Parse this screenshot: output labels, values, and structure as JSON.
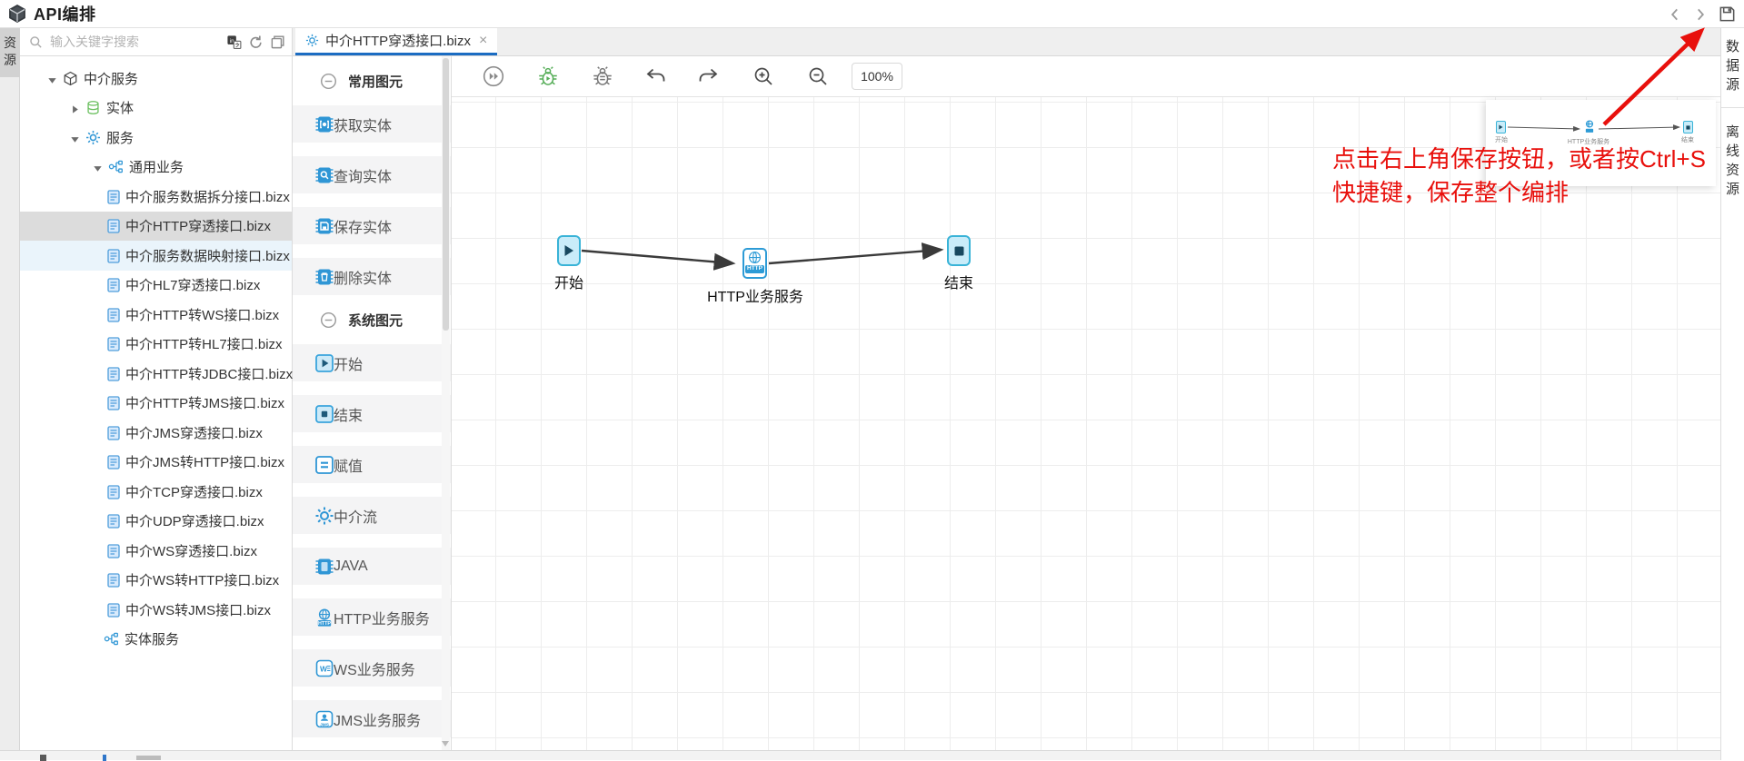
{
  "titlebar": {
    "title": "API编排"
  },
  "left_rail": {
    "active_tab": "资源"
  },
  "explorer": {
    "search_placeholder": "输入关键字搜索",
    "tree": [
      {
        "label": "中介服务",
        "depth": 0,
        "icon": "cube-icon",
        "arrow": "expanded"
      },
      {
        "label": "实体",
        "depth": 1,
        "icon": "database-icon",
        "arrow": "collapsed"
      },
      {
        "label": "服务",
        "depth": 1,
        "icon": "gear-icon",
        "arrow": "expanded"
      },
      {
        "label": "通用业务",
        "depth": 2,
        "icon": "flow-icon",
        "arrow": "expanded"
      },
      {
        "label": "中介服务数据拆分接口.bizx",
        "depth": 3,
        "icon": "bizx-file-icon"
      },
      {
        "label": "中介HTTP穿透接口.bizx",
        "depth": 3,
        "icon": "bizx-file-icon",
        "state": "selected"
      },
      {
        "label": "中介服务数据映射接口.bizx",
        "depth": 3,
        "icon": "bizx-file-icon",
        "state": "hover"
      },
      {
        "label": "中介HL7穿透接口.bizx",
        "depth": 3,
        "icon": "bizx-file-icon"
      },
      {
        "label": "中介HTTP转WS接口.bizx",
        "depth": 3,
        "icon": "bizx-file-icon"
      },
      {
        "label": "中介HTTP转HL7接口.bizx",
        "depth": 3,
        "icon": "bizx-file-icon"
      },
      {
        "label": "中介HTTP转JDBC接口.bizx",
        "depth": 3,
        "icon": "bizx-file-icon"
      },
      {
        "label": "中介HTTP转JMS接口.bizx",
        "depth": 3,
        "icon": "bizx-file-icon"
      },
      {
        "label": "中介JMS穿透接口.bizx",
        "depth": 3,
        "icon": "bizx-file-icon"
      },
      {
        "label": "中介JMS转HTTP接口.bizx",
        "depth": 3,
        "icon": "bizx-file-icon"
      },
      {
        "label": "中介TCP穿透接口.bizx",
        "depth": 3,
        "icon": "bizx-file-icon"
      },
      {
        "label": "中介UDP穿透接口.bizx",
        "depth": 3,
        "icon": "bizx-file-icon"
      },
      {
        "label": "中介WS穿透接口.bizx",
        "depth": 3,
        "icon": "bizx-file-icon"
      },
      {
        "label": "中介WS转HTTP接口.bizx",
        "depth": 3,
        "icon": "bizx-file-icon"
      },
      {
        "label": "中介WS转JMS接口.bizx",
        "depth": 3,
        "icon": "bizx-file-icon"
      },
      {
        "label": "实体服务",
        "depth": 2,
        "icon": "flow-icon"
      }
    ]
  },
  "editor_tabs": [
    {
      "label": "中介HTTP穿透接口.bizx",
      "close": "×",
      "active": true
    }
  ],
  "palette": {
    "sections": [
      {
        "title": "常用图元",
        "items": [
          {
            "icon": "entity-get-icon",
            "label": "获取实体"
          },
          {
            "icon": "entity-query-icon",
            "label": "查询实体"
          },
          {
            "icon": "entity-save-icon",
            "label": "保存实体"
          },
          {
            "icon": "entity-delete-icon",
            "label": "删除实体"
          }
        ]
      },
      {
        "title": "系统图元",
        "items": [
          {
            "icon": "start-icon",
            "label": "开始"
          },
          {
            "icon": "end-icon",
            "label": "结束"
          },
          {
            "icon": "assign-icon",
            "label": "赋值"
          },
          {
            "icon": "flow-gear-icon",
            "label": "中介流"
          },
          {
            "icon": "java-icon",
            "label": "JAVA"
          },
          {
            "icon": "http-service-icon",
            "label": "HTTP业务服务"
          },
          {
            "icon": "ws-service-icon",
            "label": "WS业务服务"
          },
          {
            "icon": "jms-service-icon",
            "label": "JMS业务服务"
          }
        ]
      }
    ]
  },
  "toolbar": {
    "zoom_level": "100%"
  },
  "canvas": {
    "nodes": [
      {
        "type": "start",
        "label": "开始"
      },
      {
        "type": "http",
        "label": "HTTP业务服务",
        "badge": "HTTP"
      },
      {
        "type": "end",
        "label": "结束"
      }
    ]
  },
  "minimap": {
    "labels": [
      "开始",
      "HTTP业务服务",
      "结束"
    ]
  },
  "annotation": {
    "line1": "点击右上角保存按钮，或者按Ctrl+S",
    "line2": "快捷键，保存整个编排"
  },
  "right_rail": {
    "tabs": [
      "数据源",
      "离线资源"
    ]
  },
  "colors": {
    "accent_blue": "#2f96d5",
    "tab_underline": "#1b6cc2",
    "annotation_red": "#e8100c",
    "node_cyan_border": "#39b3d7",
    "node_cyan_fill": "#c9ecf9",
    "selection_gray": "#dcdcdc",
    "hover_blue": "#eaf4fb"
  }
}
